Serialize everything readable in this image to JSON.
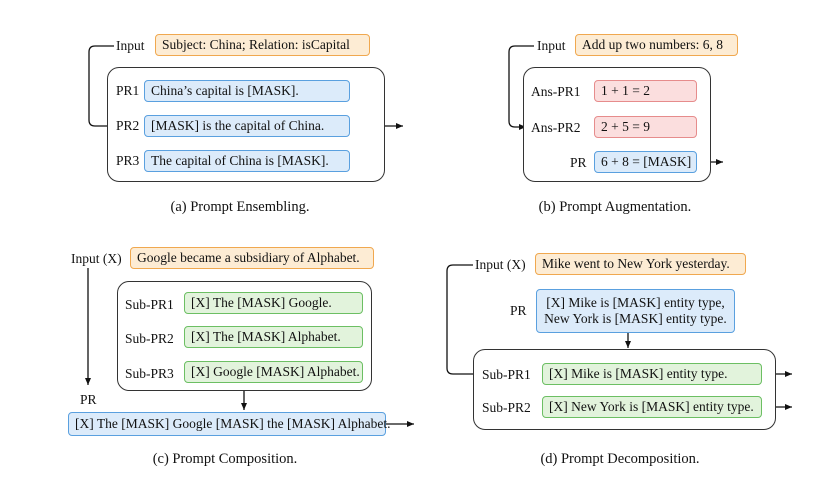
{
  "panel_a": {
    "input_label": "Input",
    "input_text": "Subject: China; Relation: isCapital",
    "pr1_label": "PR1",
    "pr1_text": "China’s capital is [MASK].",
    "pr2_label": "PR2",
    "pr2_text": "[MASK]  is the capital of China.",
    "pr3_label": "PR3",
    "pr3_text": "The capital of China is [MASK].",
    "caption": "(a) Prompt Ensembling."
  },
  "panel_b": {
    "input_label": "Input",
    "input_text": "Add up two numbers: 6, 8",
    "ans1_label": "Ans-PR1",
    "ans1_text": "1 + 1 = 2",
    "ans2_label": "Ans-PR2",
    "ans2_text": "2 + 5 = 9",
    "pr_label": "PR",
    "pr_text": "6 + 8 = [MASK]",
    "caption": "(b) Prompt Augmentation."
  },
  "panel_c": {
    "input_label": "Input (X)",
    "input_text": "Google became a subsidiary of Alphabet.",
    "sub1_label": "Sub-PR1",
    "sub1_text": "[X] The [MASK] Google.",
    "sub2_label": "Sub-PR2",
    "sub2_text": "[X] The [MASK] Alphabet.",
    "sub3_label": "Sub-PR3",
    "sub3_text": "[X] Google [MASK] Alphabet.",
    "pr_label": "PR",
    "pr_text": "[X] The [MASK] Google [MASK] the [MASK] Alphabet.",
    "caption": "(c) Prompt Composition."
  },
  "panel_d": {
    "input_label": "Input (X)",
    "input_text": "Mike went to New York yesterday.",
    "pr_label": "PR",
    "pr_line1": "[X] Mike is [MASK] entity type,",
    "pr_line2": "New York is [MASK] entity type.",
    "sub1_label": "Sub-PR1",
    "sub1_text": "[X]  Mike is [MASK] entity type.",
    "sub2_label": "Sub-PR2",
    "sub2_text": "[X]  New York is [MASK] entity type.",
    "caption": "(d) Prompt Decomposition."
  }
}
